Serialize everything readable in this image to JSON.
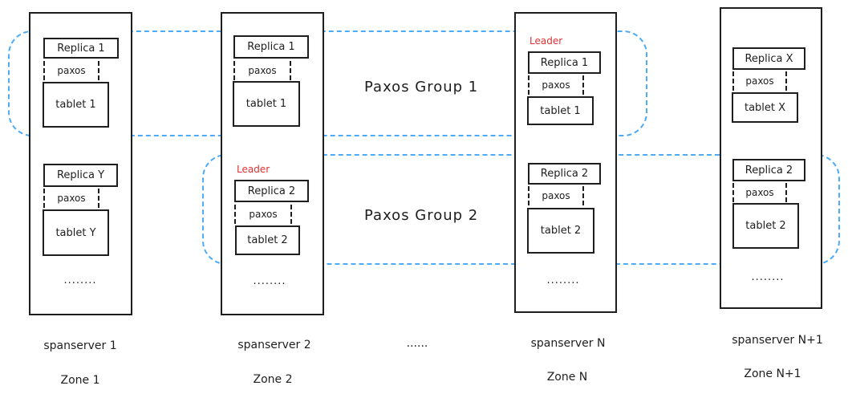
{
  "columns": [
    {
      "replicas": [
        {
          "replica": "Replica 1",
          "paxos": "paxos",
          "tablet": "tablet 1"
        },
        {
          "replica": "Replica Y",
          "paxos": "paxos",
          "tablet": "tablet Y"
        }
      ],
      "more": "........",
      "server": "spanserver 1",
      "zone": "Zone 1"
    },
    {
      "leader": "Leader",
      "replicas": [
        {
          "replica": "Replica 1",
          "paxos": "paxos",
          "tablet": "tablet 1"
        },
        {
          "replica": "Replica 2",
          "paxos": "paxos",
          "tablet": "tablet 2"
        }
      ],
      "more": "........",
      "server": "spanserver 2",
      "zone": "Zone 2"
    },
    {
      "leader": "Leader",
      "replicas": [
        {
          "replica": "Replica 1",
          "paxos": "paxos",
          "tablet": "tablet 1"
        },
        {
          "replica": "Replica 2",
          "paxos": "paxos",
          "tablet": "tablet 2"
        }
      ],
      "more": "........",
      "server": "spanserver N",
      "zone": "Zone N"
    },
    {
      "replicas": [
        {
          "replica": "Replica X",
          "paxos": "paxos",
          "tablet": "tablet X"
        },
        {
          "replica": "Replica 2",
          "paxos": "paxos",
          "tablet": "tablet 2"
        }
      ],
      "more": "........",
      "server": "spanserver N+1",
      "zone": "Zone N+1"
    }
  ],
  "groups": [
    {
      "label": "Paxos Group 1"
    },
    {
      "label": "Paxos Group 2"
    }
  ],
  "between_servers": "......",
  "colors": {
    "stroke": "#1e1e1e",
    "group_outline": "#4dabf7",
    "leader": "#e03131"
  }
}
